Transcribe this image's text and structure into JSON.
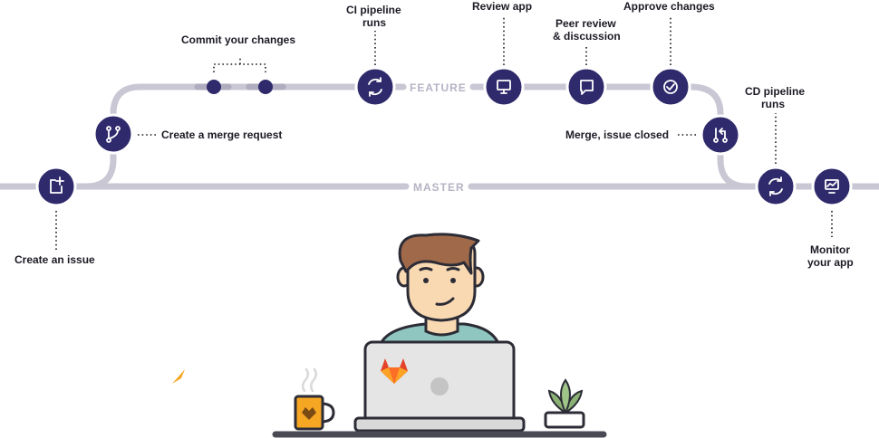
{
  "branches": {
    "feature": "FEATURE",
    "master": "MASTER"
  },
  "steps": {
    "create_issue": "Create an issue",
    "merge_request": "Create a merge request",
    "commit": "Commit your changes",
    "ci_line1": "CI pipeline",
    "ci_line2": "runs",
    "review_app": "Review app",
    "peer_line1": "Peer review",
    "peer_line2": "& discussion",
    "approve": "Approve changes",
    "merge_closed": "Merge, issue closed",
    "cd_line1": "CD pipeline",
    "cd_line2": "runs",
    "monitor_line1": "Monitor",
    "monitor_line2": "your app"
  },
  "icons": {
    "create_issue": "new-issue-icon",
    "merge_request": "branch-fork-icon",
    "ci": "refresh-cycle-icon",
    "review_app": "monitor-icon",
    "peer_review": "speech-bubble-icon",
    "approve": "check-circle-icon",
    "merge_closed": "merge-request-icon",
    "cd": "refresh-cycle-icon",
    "monitor": "chart-monitor-icon"
  },
  "colors": {
    "track": "#c9c7d4",
    "node": "#2f2a6b",
    "text": "#1b1b25",
    "branch_label": "#b5b3c4",
    "hair": "#a0694a",
    "skin": "#f9d9b2",
    "shirt": "#8fc7c0",
    "laptop": "#e5e5e5",
    "mug": "#f5a623",
    "plant": "#8bb174"
  }
}
